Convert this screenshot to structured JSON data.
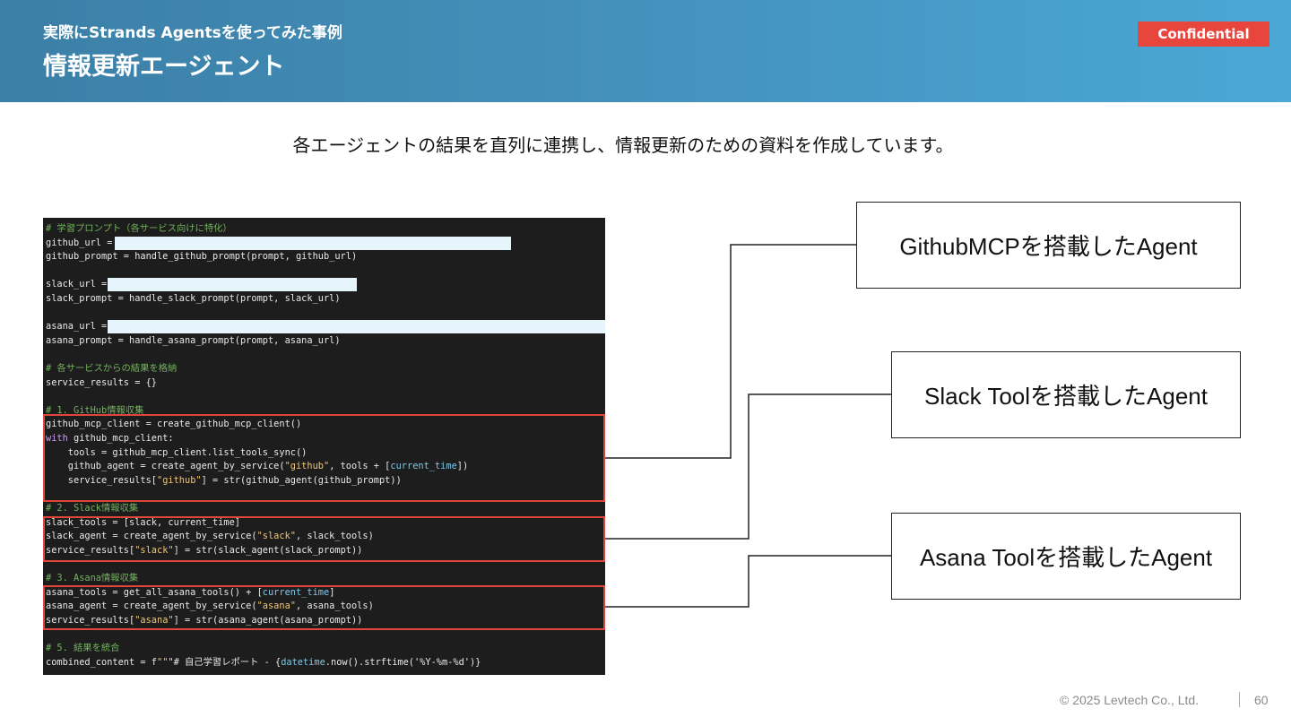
{
  "header": {
    "supertitle": "実際にStrands Agentsを使ってみた事例",
    "title": "情報更新エージェント",
    "badge": "Confidential"
  },
  "subtitle": "各エージェントの結果を直列に連携し、情報更新のための資料を作成しています。",
  "code_lines": [
    "# 学習プロンプト（各サービス向けに特化）",
    "github_url =",
    "github_prompt = handle_github_prompt(prompt, github_url)",
    "",
    "slack_url =",
    "slack_prompt = handle_slack_prompt(prompt, slack_url)",
    "",
    "asana_url =",
    "asana_prompt = handle_asana_prompt(prompt, asana_url)",
    "",
    "# 各サービスからの結果を格納",
    "service_results = {}",
    "",
    "# 1. GitHub情報収集",
    "github_mcp_client = create_github_mcp_client()",
    "with github_mcp_client:",
    "    tools = github_mcp_client.list_tools_sync()",
    "    github_agent = create_agent_by_service(\"github\", tools + [current_time])",
    "    service_results[\"github\"] = str(github_agent(github_prompt))",
    "",
    "# 2. Slack情報収集",
    "slack_tools = [slack, current_time]",
    "slack_agent = create_agent_by_service(\"slack\", slack_tools)",
    "service_results[\"slack\"] = str(slack_agent(slack_prompt))",
    "",
    "# 3. Asana情報収集",
    "asana_tools = get_all_asana_tools() + [current_time]",
    "asana_agent = create_agent_by_service(\"asana\", asana_tools)",
    "service_results[\"asana\"] = str(asana_agent(asana_prompt))",
    "",
    "# 5. 結果を統合",
    "combined_content = f\"\"\"# 自己学習レポート - {datetime.now().strftime('%Y-%m-%d')}"
  ],
  "agents": [
    {
      "label": "GithubMCPを搭載したAgent"
    },
    {
      "label": "Slack Toolを搭載したAgent"
    },
    {
      "label": "Asana Toolを搭載したAgent"
    }
  ],
  "footer": {
    "copyright": "© 2025 Levtech Co., Ltd.",
    "page": "60"
  },
  "colors": {
    "header_start": "#3b7fa6",
    "header_end": "#4aa8d6",
    "badge": "#e8453c",
    "highlight_border": "#e0463b",
    "code_background": "#1d1d1d"
  }
}
